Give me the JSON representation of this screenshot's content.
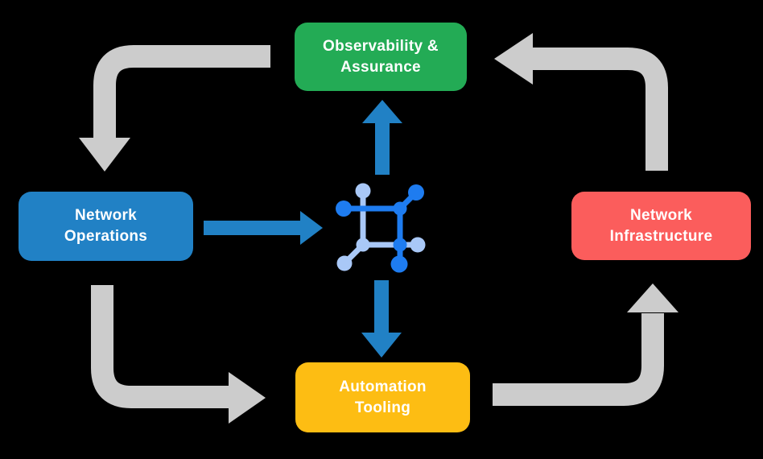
{
  "diagram": {
    "background": "#000000",
    "text_color": "#ffffff",
    "nodes": {
      "observability": {
        "line1": "Observability &",
        "line2": "Assurance",
        "color": "#23ab55"
      },
      "operations": {
        "line1": "Network",
        "line2": "Operations",
        "color": "#2181c5"
      },
      "infrastructure": {
        "line1": "Network",
        "line2": "Infrastructure",
        "color": "#fb5d5c"
      },
      "automation": {
        "line1": "Automation",
        "line2": "Tooling",
        "color": "#fdbd13"
      }
    },
    "colors": {
      "arrow_gray": "#cccccc",
      "arrow_blue": "#2181c5",
      "icon_dark": "#1e7cf0",
      "icon_light": "#a9c8f7"
    },
    "flows": {
      "gray_cycle": [
        "observability -> operations",
        "operations -> automation",
        "automation -> infrastructure",
        "infrastructure -> observability"
      ],
      "blue": [
        "operations -> center",
        "center -> observability",
        "center -> automation"
      ]
    },
    "center_icon": "network-mesh-icon"
  }
}
